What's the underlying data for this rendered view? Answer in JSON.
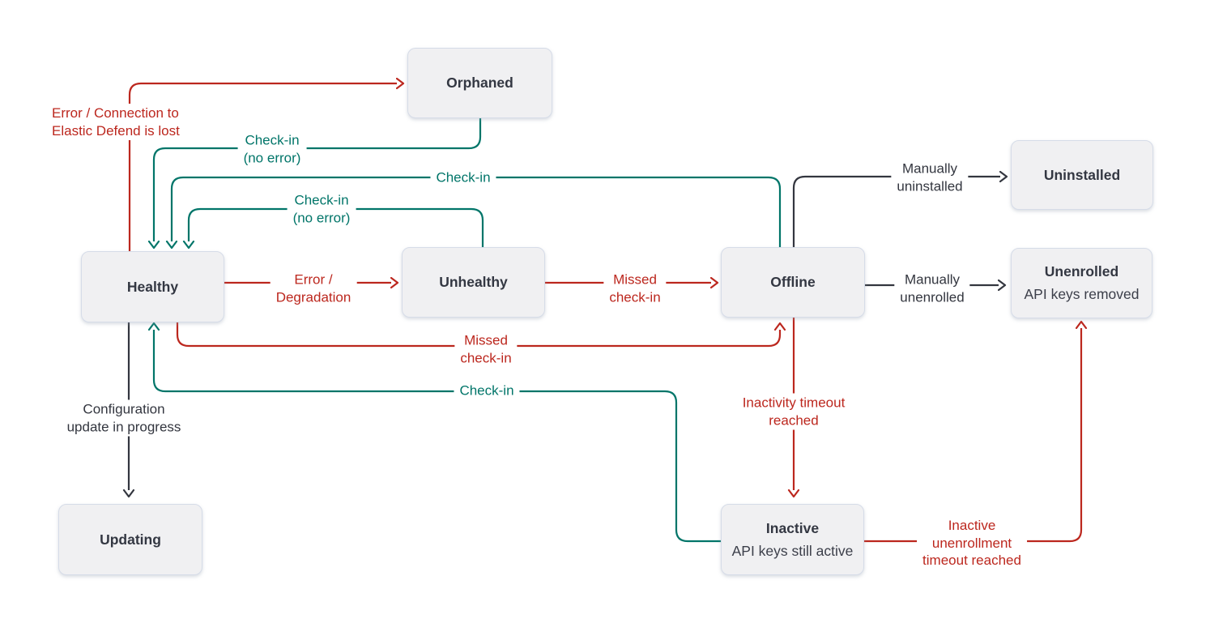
{
  "colors": {
    "error": "#BC271E",
    "checkin": "#017569",
    "neutral": "#33363F",
    "node_fill": "#F0F0F2",
    "node_border": "#D6DCE8"
  },
  "nodes": {
    "orphaned": {
      "label": "Orphaned"
    },
    "uninstalled": {
      "label": "Uninstalled"
    },
    "healthy": {
      "label": "Healthy"
    },
    "unhealthy": {
      "label": "Unhealthy"
    },
    "offline": {
      "label": "Offline"
    },
    "unenrolled": {
      "label": "Unenrolled",
      "sublabel": "API keys removed"
    },
    "updating": {
      "label": "Updating"
    },
    "inactive": {
      "label": "Inactive",
      "sublabel": "API keys still active"
    }
  },
  "edges": {
    "healthy_to_orphaned": {
      "from": "Healthy",
      "to": "Orphaned",
      "color": "error",
      "label": "Error / Connection to\nElastic Defend is lost"
    },
    "orphaned_to_healthy": {
      "from": "Orphaned",
      "to": "Healthy",
      "color": "checkin",
      "label": "Check-in\n(no error)"
    },
    "offline_to_healthy": {
      "from": "Offline",
      "to": "Healthy",
      "color": "checkin",
      "label": "Check-in"
    },
    "unhealthy_to_healthy": {
      "from": "Unhealthy",
      "to": "Healthy",
      "color": "checkin",
      "label": "Check-in\n(no error)"
    },
    "healthy_to_unhealthy": {
      "from": "Healthy",
      "to": "Unhealthy",
      "color": "error",
      "label": "Error /\nDegradation"
    },
    "unhealthy_to_offline": {
      "from": "Unhealthy",
      "to": "Offline",
      "color": "error",
      "label": "Missed\ncheck-in"
    },
    "offline_to_uninstalled": {
      "from": "Offline",
      "to": "Uninstalled",
      "color": "neutral",
      "label": "Manually\nuninstalled"
    },
    "offline_to_unenrolled": {
      "from": "Offline",
      "to": "Unenrolled",
      "color": "neutral",
      "label": "Manually\nunenrolled"
    },
    "healthy_to_offline": {
      "from": "Healthy",
      "to": "Offline",
      "color": "error",
      "label": "Missed\ncheck-in"
    },
    "inactive_to_healthy": {
      "from": "Inactive",
      "to": "Healthy",
      "color": "checkin",
      "label": "Check-in"
    },
    "healthy_to_updating": {
      "from": "Healthy",
      "to": "Updating",
      "color": "neutral",
      "label": "Configuration\nupdate in progress"
    },
    "offline_to_inactive": {
      "from": "Offline",
      "to": "Inactive",
      "color": "error",
      "label": "Inactivity timeout\nreached"
    },
    "inactive_to_unenrolled": {
      "from": "Inactive",
      "to": "Unenrolled",
      "color": "error",
      "label": "Inactive\nunenrollment\ntimeout reached"
    }
  }
}
